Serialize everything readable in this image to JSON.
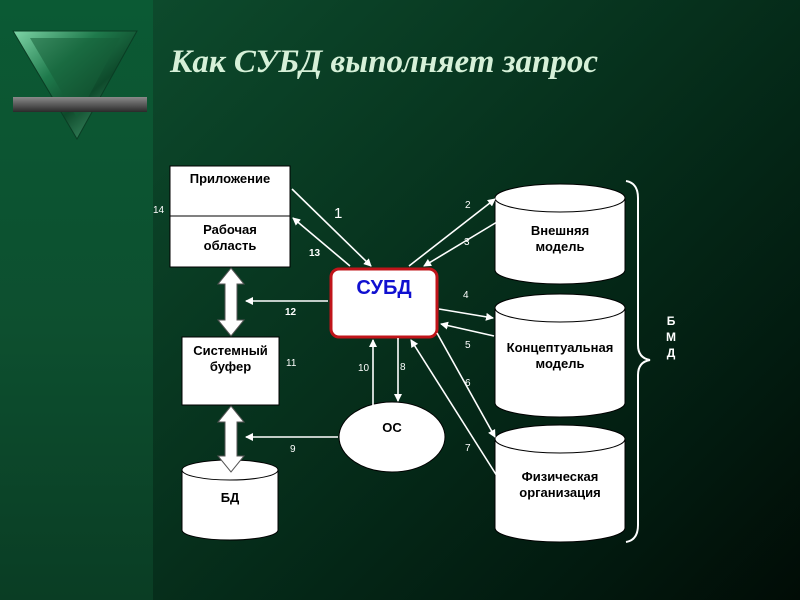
{
  "title": "Как СУБД выполняет запрос",
  "logo": "green-marble-triangle-emblem",
  "nodes": {
    "application": "Приложение",
    "workspace": "Рабочая\nобласть",
    "dbms": "СУБД",
    "system_buffer": "Системный\nбуфер",
    "os": "ОС",
    "db": "БД",
    "external_model": "Внешняя\nмодель",
    "conceptual_model": "Концептуальная\nмодель",
    "physical_organization": "Физическая\nорганизация"
  },
  "group_label": "Б\nМ\nД",
  "steps": {
    "s1": "1",
    "s2": "2",
    "s3": "3",
    "s4": "4",
    "s5": "5",
    "s6": "6",
    "s7": "7",
    "s8": "8",
    "s9": "9",
    "s10": "10",
    "s11": "11",
    "s12": "12",
    "s13": "13",
    "s14": "14"
  },
  "colors": {
    "dbms_border": "#c0141a",
    "dbms_text": "#1010d0",
    "title": "#d6f0d8"
  }
}
